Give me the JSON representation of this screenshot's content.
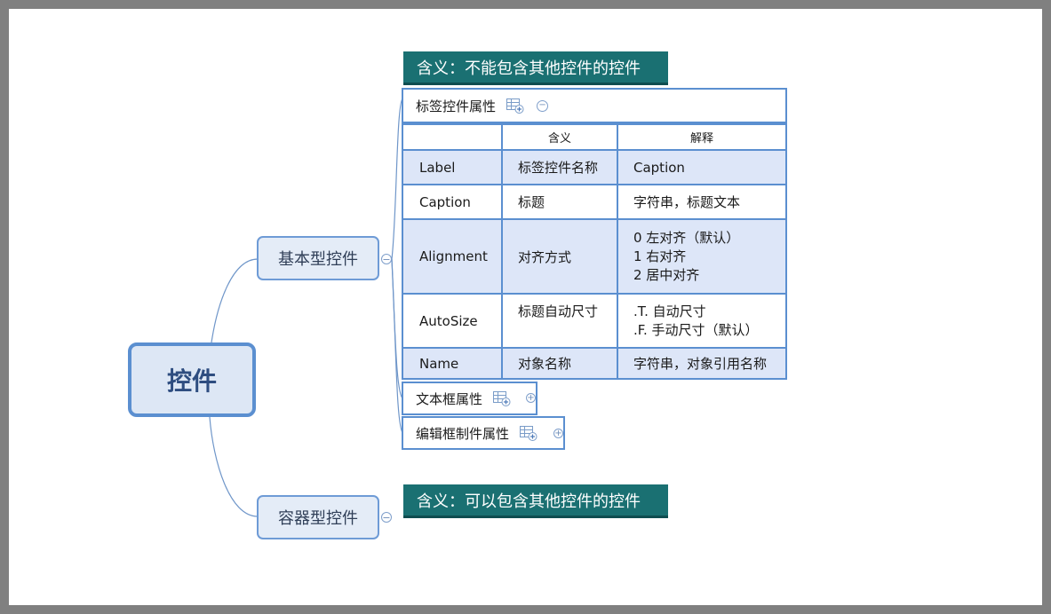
{
  "root": {
    "label": "控件"
  },
  "branches": [
    {
      "label": "基本型控件",
      "definition": "含义：不能包含其他控件的控件",
      "table": {
        "title": "标签控件属性",
        "headers": [
          "",
          "含义",
          "解释"
        ],
        "rows": [
          {
            "name": "Label",
            "meaning": "标签控件名称",
            "explain": [
              "Caption"
            ]
          },
          {
            "name": "Caption",
            "meaning": "标题",
            "explain": [
              "字符串，标题文本"
            ]
          },
          {
            "name": "Alignment",
            "meaning": "对齐方式",
            "explain": [
              "0 左对齐（默认）",
              "1 右对齐",
              "2 居中对齐"
            ]
          },
          {
            "name": "AutoSize",
            "meaning": "标题自动尺寸",
            "explain": [
              ".T. 自动尺寸",
              ".F. 手动尺寸（默认）"
            ]
          },
          {
            "name": "Name",
            "meaning": "对象名称",
            "explain": [
              "字符串，对象引用名称"
            ]
          }
        ]
      },
      "subnodes": [
        "文本框属性",
        "编辑框制件属性"
      ]
    },
    {
      "label": "容器型控件",
      "definition": "含义：可以包含其他控件的控件"
    }
  ],
  "colors": {
    "background": "#808080",
    "canvas": "#ffffff",
    "node_border": "#5b8fd0",
    "node_fill": "#dde7f5",
    "definition_fill": "#1a7072",
    "table_row_shade": "#dde6f8"
  },
  "icons": [
    "cursor-arrow-icon",
    "collapse-minus-icon",
    "expand-plus-icon",
    "table-add-icon"
  ]
}
